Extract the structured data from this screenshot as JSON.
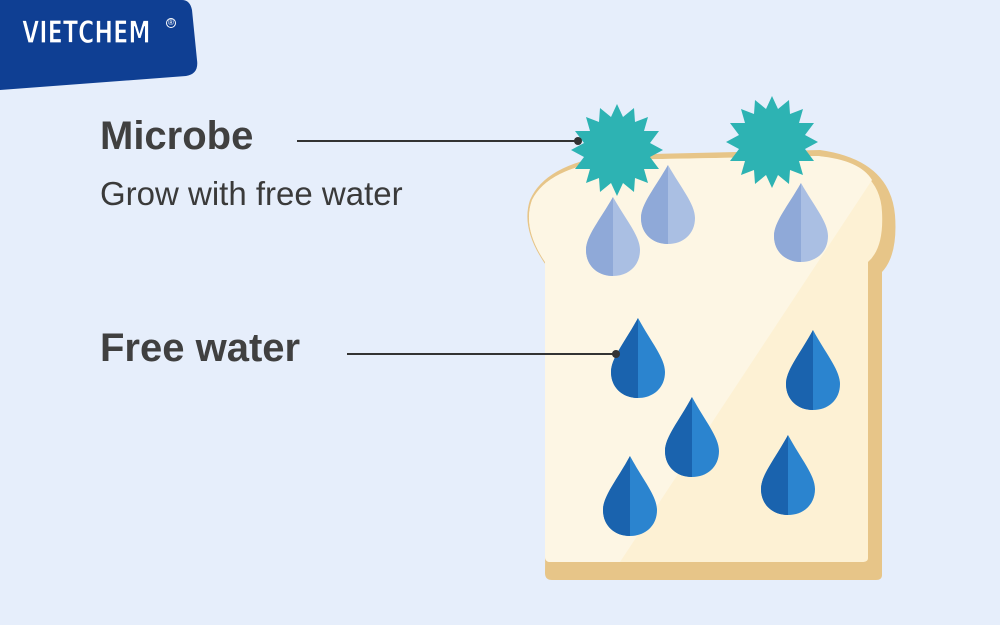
{
  "logo": {
    "text": "VIETCHEM",
    "registered": "®"
  },
  "labels": {
    "microbe": "Microbe",
    "microbe_desc": "Grow with free water",
    "free_water": "Free water"
  },
  "colors": {
    "background": "#e6eefb",
    "logo_bg": "#0f3f93",
    "crust": "#e7c588",
    "bread": "#fdf1d4",
    "microbe": "#2db3b3",
    "free_water_drop": "#1f6fc0",
    "bound_water_drop": "#9fb8e0"
  }
}
